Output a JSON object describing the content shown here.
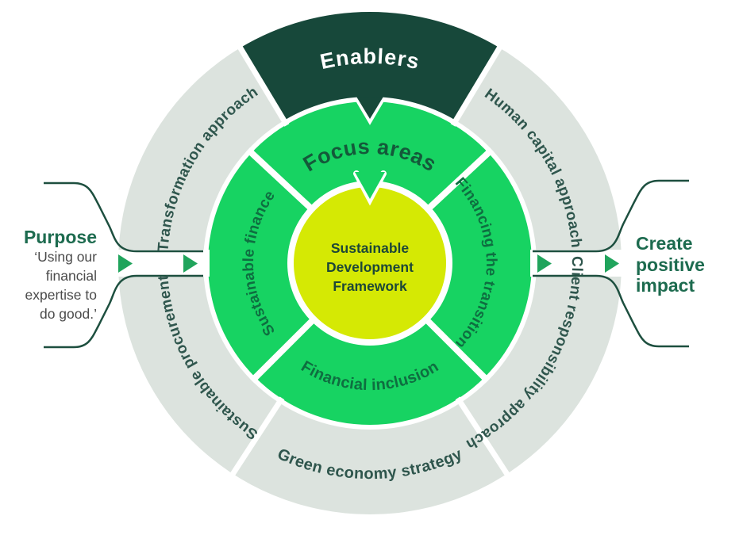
{
  "colors": {
    "dark_green": "#17483a",
    "bright_green": "#17d362",
    "lime": "#d5e904",
    "ring_gray": "#dce3de",
    "arrow_green": "#20a45c",
    "line_green": "#1d4f3f",
    "outer_label_text": "#2f564d",
    "inner_label_text": "#0e6e40",
    "focus_title_text": "#14593a",
    "enablers_text": "#ffffff",
    "center_text": "#1d4737",
    "side_title_text": "#1d6b4f",
    "side_body_text": "#4b4b4b"
  },
  "center": {
    "lines": [
      "Sustainable",
      "Development",
      "Framework"
    ]
  },
  "inner_ring": {
    "title": "Focus areas",
    "left": "Sustainable finance",
    "right": "Financing the transition",
    "bottom": "Financial inclusion"
  },
  "outer_ring": {
    "top": "Enablers",
    "upper_left": "Transformation approach",
    "upper_right": "Human capital approach",
    "lower_right": "Client responsibility approach",
    "bottom": "Green economy strategy",
    "lower_left": "Sustainable procurement"
  },
  "purpose": {
    "title": "Purpose",
    "lines": [
      "‘Using our",
      "financial",
      "expertise to",
      "do good.’"
    ]
  },
  "impact": {
    "lines": [
      "Create",
      "positive",
      "impact"
    ]
  }
}
